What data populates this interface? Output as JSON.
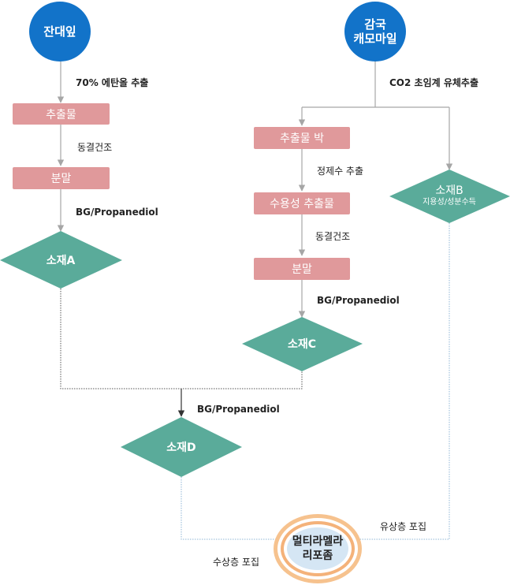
{
  "sources": {
    "left": "잔대잎",
    "right_line1": "감국",
    "right_line2": "캐모마일"
  },
  "left_branch": {
    "step1": "70% 에탄올 추출",
    "box1": "추출물",
    "step2": "동결건조",
    "box2": "분말",
    "step3": "BG/Propanediol",
    "material": "소재A"
  },
  "right_branch": {
    "step1": "CO2 초임계 유체추출",
    "box1": "추출물 박",
    "step2": "정제수 추출",
    "box2": "수용성 추출물",
    "step3": "동결건조",
    "box3": "분말",
    "step4": "BG/Propanediol",
    "material_c": "소재C",
    "material_b": "소재B",
    "material_b_sub": "지용성/성분수득"
  },
  "merge": {
    "step": "BG/Propanediol",
    "material": "소재D"
  },
  "final": {
    "line1": "멀티라멜라",
    "line2": "리포좀",
    "water_phase": "수상층 포집",
    "oil_phase": "유상층 포집"
  },
  "colors": {
    "circle": "#1273c9",
    "box": "#e0999b",
    "diamond": "#5aab9a",
    "connector": "#a6a6a6",
    "dotted_blue": "#8fb6d6"
  }
}
